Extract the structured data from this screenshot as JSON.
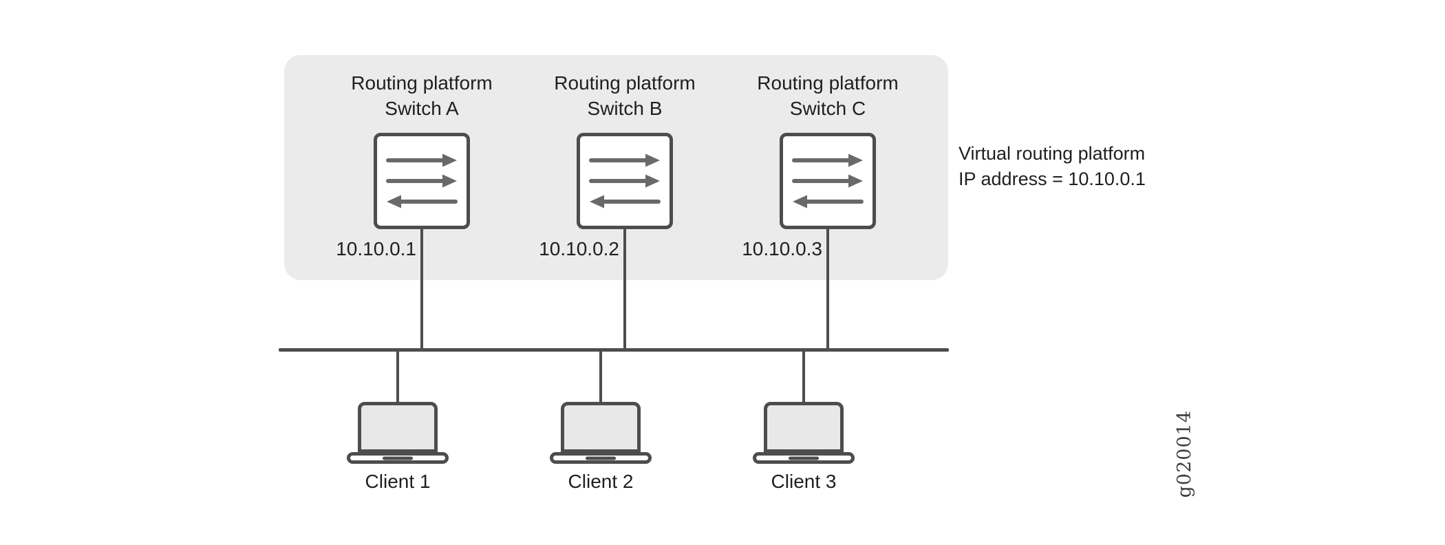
{
  "diagram": {
    "switches": [
      {
        "label1": "Routing platform",
        "label2": "Switch A",
        "ip": "10.10.0.1"
      },
      {
        "label1": "Routing platform",
        "label2": "Switch B",
        "ip": "10.10.0.2"
      },
      {
        "label1": "Routing platform",
        "label2": "Switch C",
        "ip": "10.10.0.3"
      }
    ],
    "virtual_note": {
      "line1": "Virtual routing platform",
      "line2": "IP address = 10.10.0.1"
    },
    "clients": [
      {
        "label": "Client 1"
      },
      {
        "label": "Client 2"
      },
      {
        "label": "Client 3"
      }
    ],
    "watermark": "g020014",
    "colors": {
      "panel": "#ebebeb",
      "stroke": "#4d4d4f",
      "arrow": "#69696b",
      "text": "#1f1f1f",
      "laptop-fill": "#e8e8e9",
      "white": "#ffffff",
      "watermark": "#3c3c3c"
    }
  }
}
